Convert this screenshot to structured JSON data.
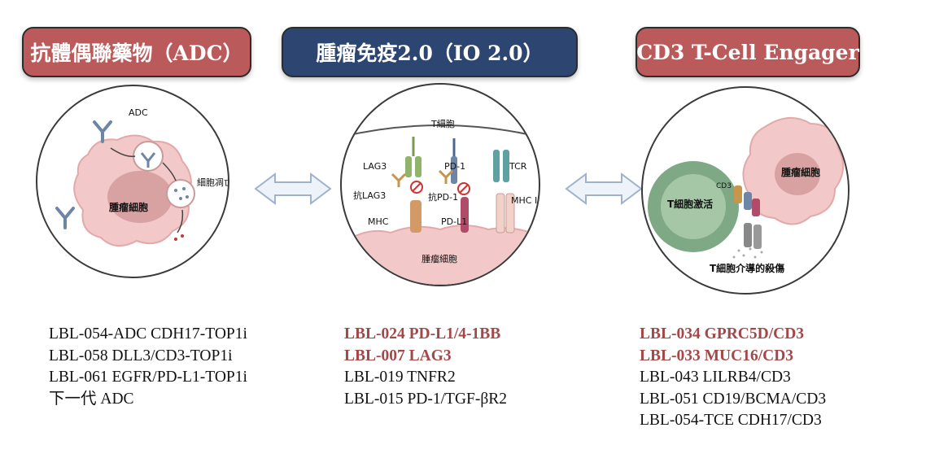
{
  "headers": {
    "adc": "抗體偶聯藥物（ADC）",
    "io": "腫瘤免疫2.0（IO 2.0）",
    "tce": "CD3 T-Cell Engager"
  },
  "adc_panel": {
    "adc_label": "ADC",
    "apoptosis_label": "細胞凋亡",
    "tumor_cell_label": "腫瘤細胞"
  },
  "io_panel": {
    "t_cell_label": "T細胞",
    "lag3": "LAG3",
    "anti_lag3": "抗LAG3",
    "mhc": "MHC",
    "pd1": "PD-1",
    "anti_pd1": "抗PD-1",
    "pdl1": "PD-L1",
    "tcr": "TCR",
    "mhc1": "MHC I",
    "tumor_cell_label": "腫瘤細胞"
  },
  "tce_panel": {
    "cd3": "CD3",
    "t_cell_activation": "T細胞激活",
    "tumor_cell_label": "腫瘤細胞",
    "killing_label": "T細胞介導的殺傷"
  },
  "lists": {
    "adc": [
      {
        "text": "LBL-054-ADC CDH17-TOP1i",
        "highlight": false
      },
      {
        "text": "LBL-058 DLL3/CD3-TOP1i",
        "highlight": false
      },
      {
        "text": "LBL-061 EGFR/PD-L1-TOP1i",
        "highlight": false
      },
      {
        "text": "下一代 ADC",
        "highlight": false
      }
    ],
    "io": [
      {
        "text": "LBL-024 PD-L1/4-1BB",
        "highlight": true
      },
      {
        "text": "LBL-007 LAG3",
        "highlight": true
      },
      {
        "text": "LBL-019 TNFR2",
        "highlight": false
      },
      {
        "text": "LBL-015 PD-1/TGF-βR2",
        "highlight": false
      }
    ],
    "tce": [
      {
        "text": "LBL-034 GPRC5D/CD3",
        "highlight": true
      },
      {
        "text": "LBL-033 MUC16/CD3",
        "highlight": true
      },
      {
        "text": "LBL-043 LILRB4/CD3",
        "highlight": false
      },
      {
        "text": "LBL-051 CD19/BCMA/CD3",
        "highlight": false
      },
      {
        "text": "LBL-054-TCE CDH17/CD3",
        "highlight": false
      }
    ]
  },
  "colors": {
    "accent_red": "#bb5a5a",
    "navy": "#2d4671",
    "highlight_text": "#a34848"
  }
}
